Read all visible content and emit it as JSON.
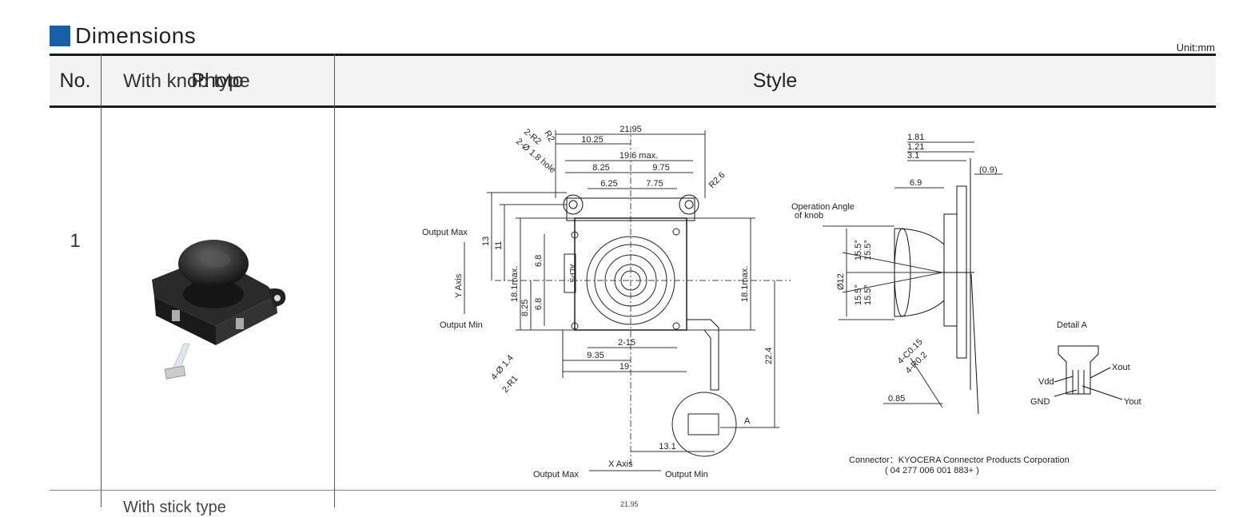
{
  "heading": "Dimensions",
  "unit": "Unit:mm",
  "table": {
    "headers": {
      "no": "No.",
      "photo": "Photo",
      "style": "Style"
    },
    "rows": [
      {
        "no": "1",
        "photo_title": "With knob type",
        "drawing": {
          "dims": {
            "w2195": "21.95",
            "w1025": "10.25",
            "w196": "19.6 max.",
            "w825": "8.25",
            "w975": "9.75",
            "w625": "6.25",
            "w775": "7.75",
            "hole": "2-Ø 1.8 hole",
            "r2x2": "2-R2",
            "r2": "R2",
            "r26": "R2.6",
            "h13": "13",
            "h11": "11",
            "h181a": "18.1max.",
            "h68a": "6.8",
            "h68b": "6.8",
            "h825": "8.25",
            "h181b": "18.1max.",
            "h224": "22.4",
            "b215": "2-15",
            "b935": "9.35",
            "b19": "19",
            "d14": "4-Ø 1.4",
            "r1": "2-R1",
            "x131": "13.1"
          },
          "axis": {
            "output_max_top": "Output Max",
            "y_axis": "Y Axis",
            "output_min_bottom": "Output Min",
            "x_axis": "X Axis",
            "output_max_left": "Output Max",
            "output_min_right": "Output Min"
          },
          "side": {
            "d181": "1.81",
            "d121": "1.21",
            "d31": "3.1",
            "d09": "(0.9)",
            "d69": "6.9",
            "op_angle1": "Operation Angle",
            "op_angle2": "of knob",
            "d12": "Ø12",
            "a155a": "15.5°",
            "a155b": "15.5°",
            "a155c": "15.5°",
            "a155d": "15.5°",
            "c015": "4-C0.15",
            "r02": "4-R0.2",
            "d085": "0.85",
            "label_a": "A"
          },
          "detail": {
            "title": "Detail A",
            "vdd": "Vdd",
            "gnd": "GND",
            "xout": "Xout",
            "yout": "Yout"
          },
          "connector_line1": "Connector：KYOCERA Connector Products Corporation",
          "connector_line2": "( 04 277 006 001 883+ )"
        }
      }
    ],
    "next_row_partial": {
      "photo_title": "With stick type",
      "dim": "21.95"
    }
  }
}
